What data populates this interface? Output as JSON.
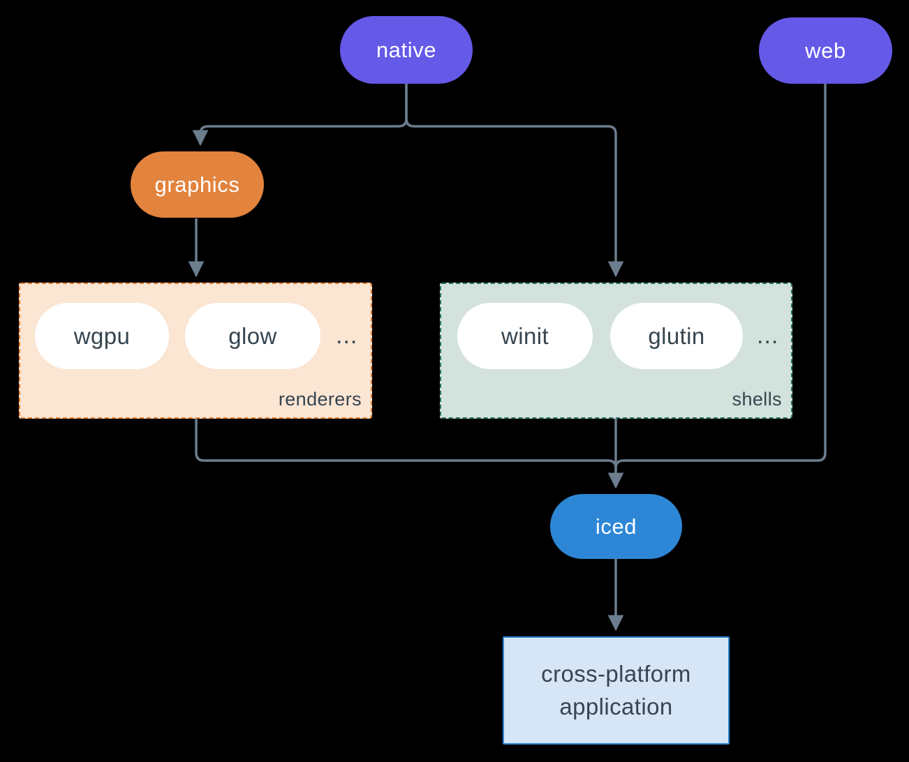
{
  "colors": {
    "background": "#000000",
    "purple": "#6559e8",
    "orange": "#e2833e",
    "blue": "#2e87d6",
    "edge": "#6c7d8e",
    "renderers_bg": "#fbe5d3",
    "renderers_border": "#e8802e",
    "shells_bg": "#d3e2dc",
    "shells_border": "#2a7363",
    "pill_text_dark": "#36454f",
    "app_bg": "#d7e6f6",
    "app_border": "#2e86d3"
  },
  "nodes": {
    "native": "native",
    "web": "web",
    "graphics": "graphics",
    "iced": "iced"
  },
  "renderers": {
    "label": "renderers",
    "items": [
      "wgpu",
      "glow"
    ],
    "ellipsis": "..."
  },
  "shells": {
    "label": "shells",
    "items": [
      "winit",
      "glutin"
    ],
    "ellipsis": "..."
  },
  "app": {
    "line1": "cross-platform",
    "line2": "application"
  }
}
